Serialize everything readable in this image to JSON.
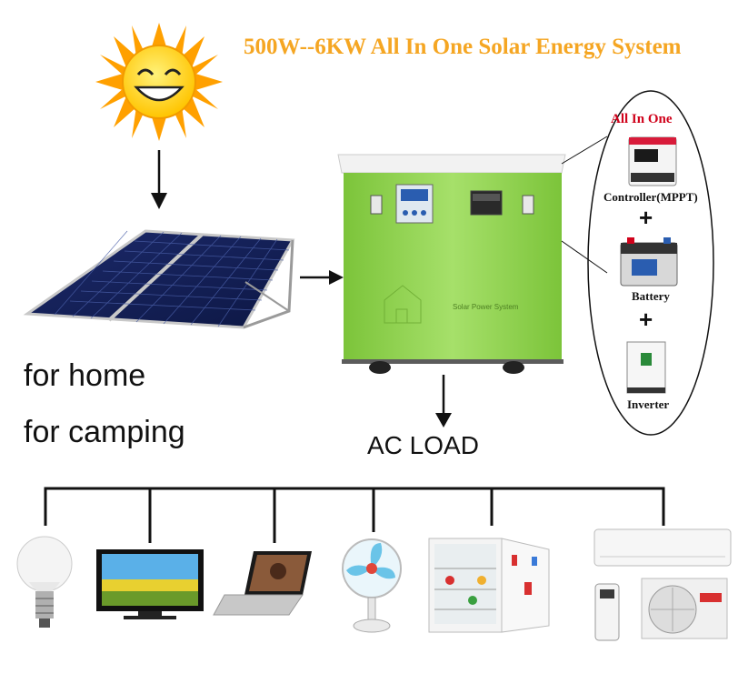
{
  "title": "500W--6KW All In One Solar Energy System",
  "uses": {
    "home": "for home",
    "camping": "for camping"
  },
  "ac_load": "AC LOAD",
  "all_in_one": {
    "heading": "All In One",
    "components": [
      {
        "label": "Controller(MPPT)",
        "icon": "mppt-controller-icon"
      },
      {
        "label": "Battery",
        "icon": "battery-icon"
      },
      {
        "label": "Inverter",
        "icon": "inverter-icon"
      }
    ],
    "plus": "+"
  },
  "unit_label": "Solar Power System",
  "appliances": [
    "light-bulb",
    "tv",
    "laptop",
    "fan",
    "refrigerator",
    "air-conditioner"
  ],
  "colors": {
    "title": "#f5a623",
    "unit_green": "#8fd14f",
    "heading_red": "#d0021b",
    "sun": "#ffb400"
  }
}
